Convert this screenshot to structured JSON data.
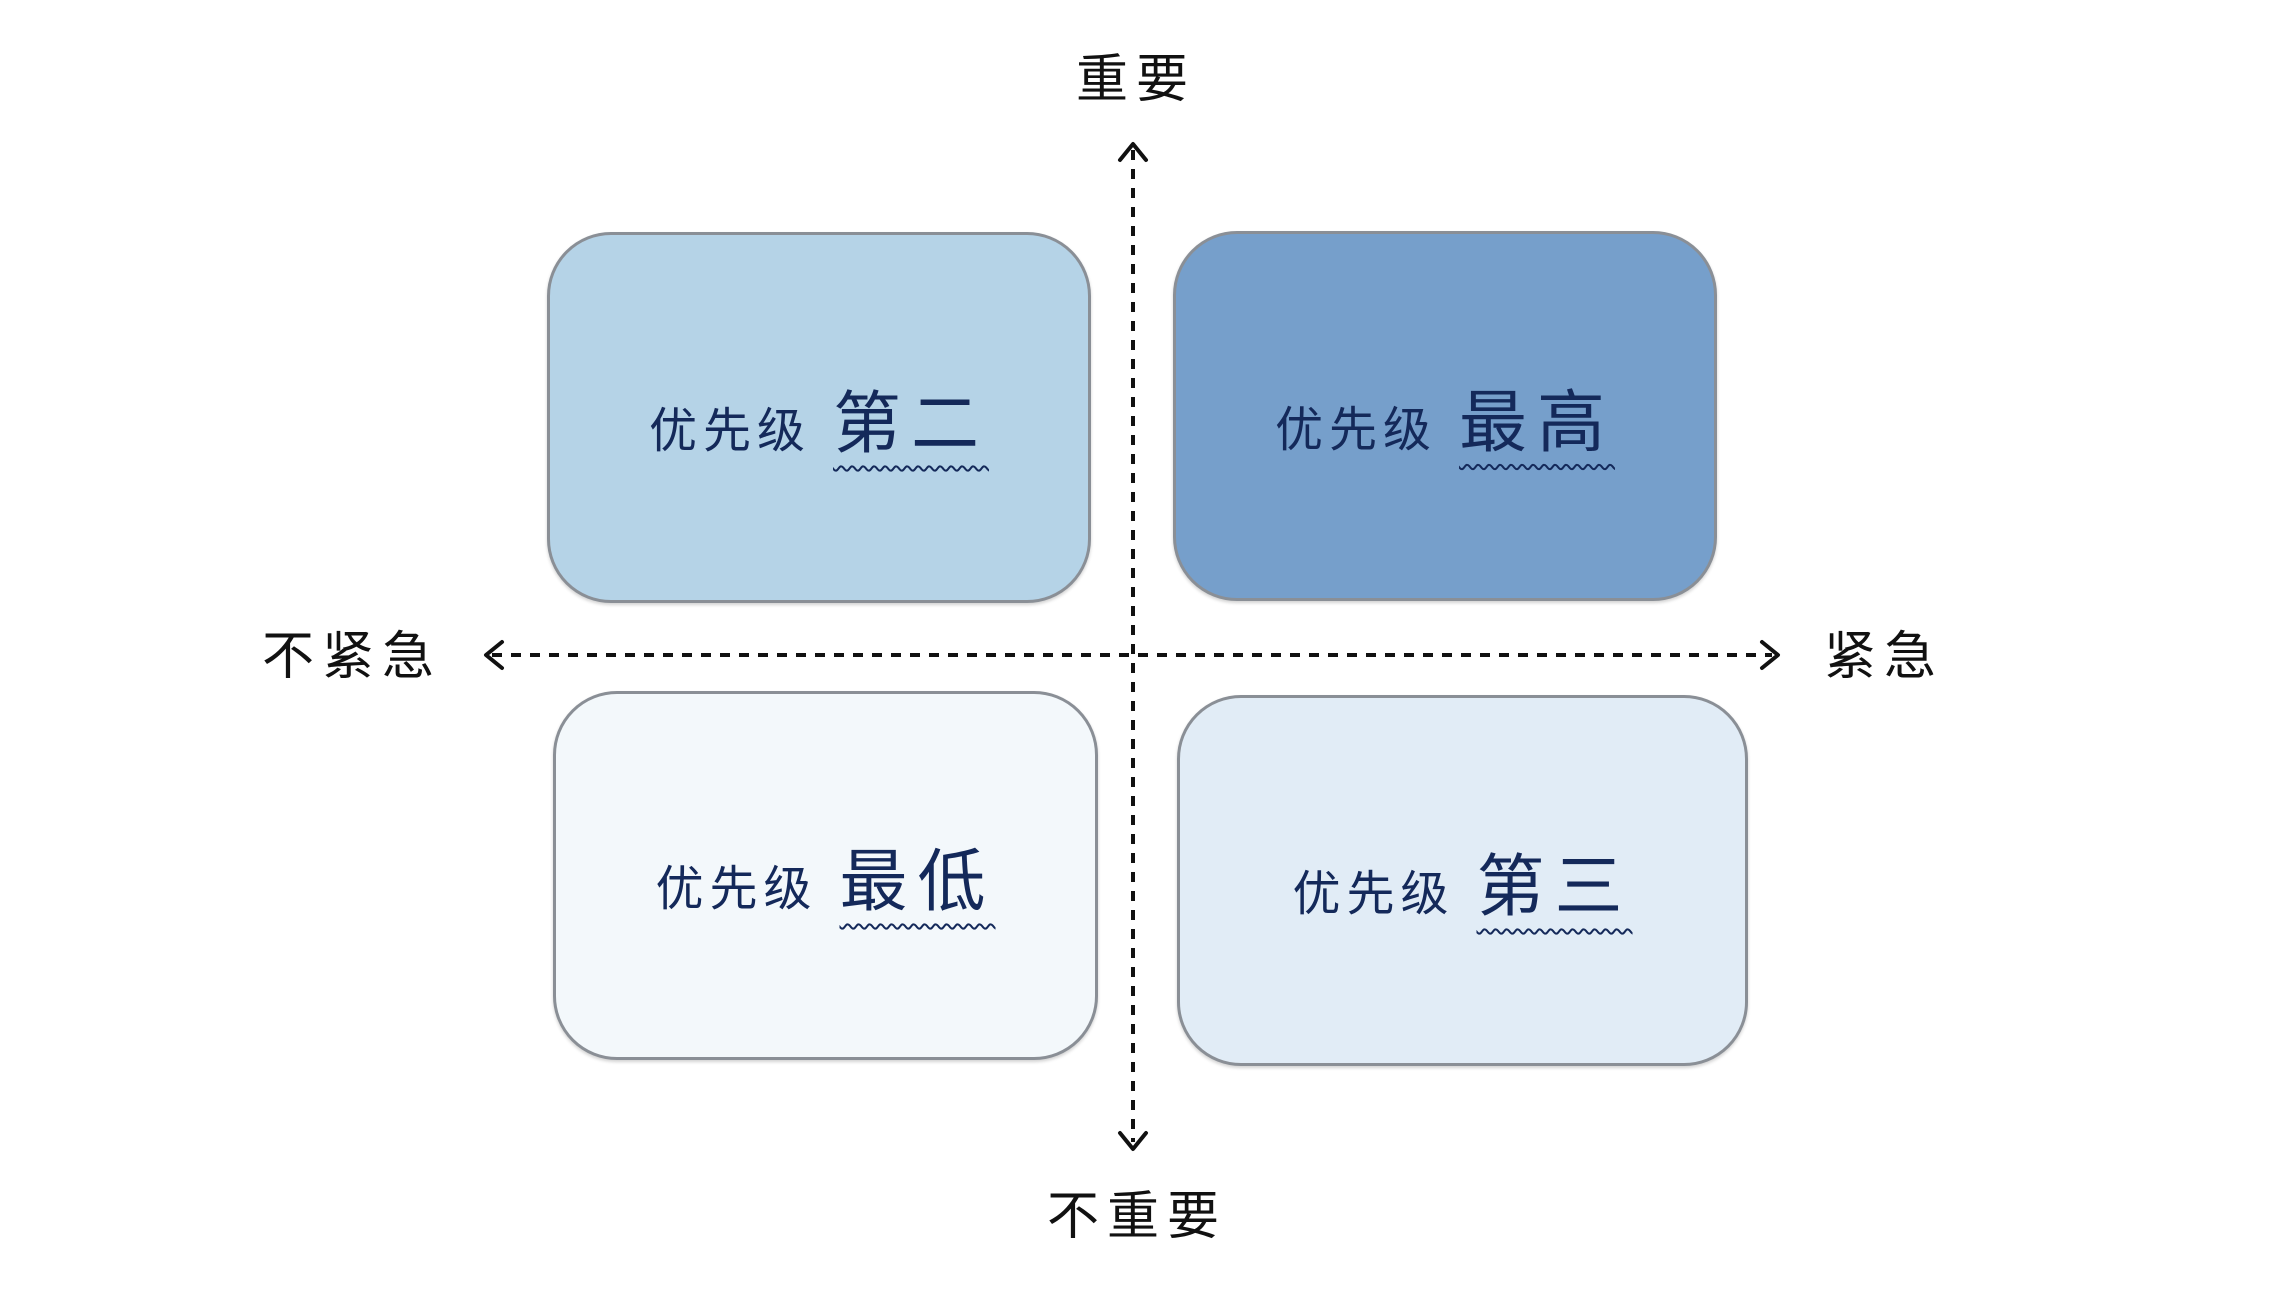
{
  "axes": {
    "top": "重要",
    "bottom": "不重要",
    "left": "不紧急",
    "right": "紧急"
  },
  "quadrants": {
    "top_left": {
      "prefix": "优先级",
      "level": "第二",
      "color": "#b5d3e7"
    },
    "top_right": {
      "prefix": "优先级",
      "level": "最高",
      "color": "#769fcb"
    },
    "bottom_left": {
      "prefix": "优先级",
      "level": "最低",
      "color": "#f3f8fb"
    },
    "bottom_right": {
      "prefix": "优先级",
      "level": "第三",
      "color": "#e1ecf6"
    }
  },
  "colors": {
    "text": "#14295a",
    "axis": "#111111",
    "border": "#8a8f96"
  }
}
